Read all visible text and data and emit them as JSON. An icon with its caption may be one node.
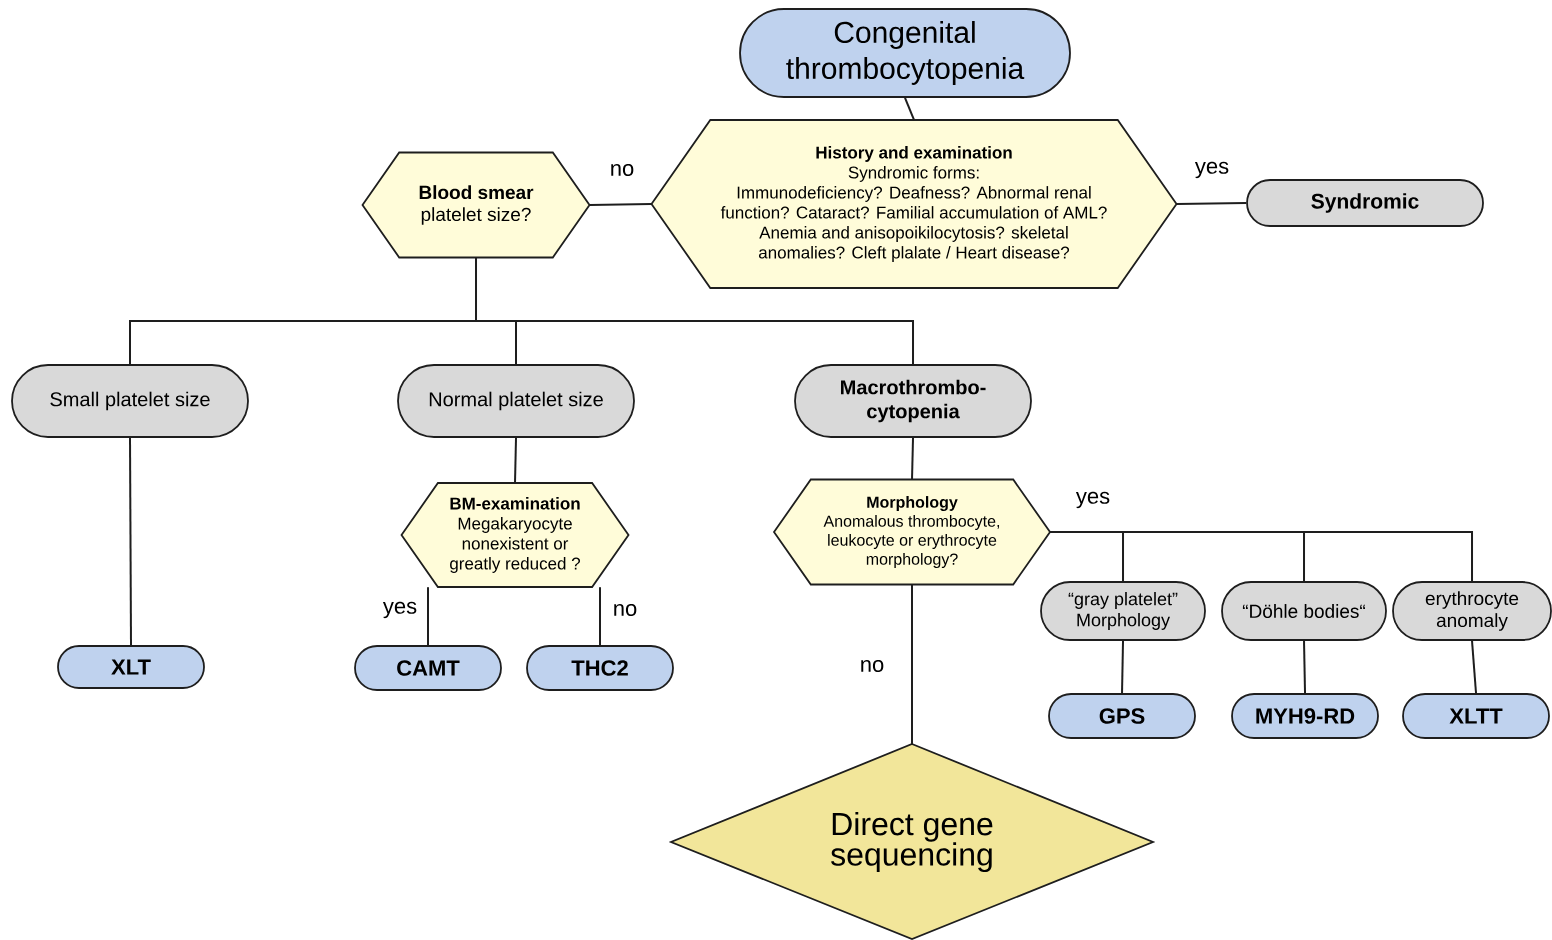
{
  "diagram": {
    "nodes": [
      {
        "text": [
          "Congenital thrombocytopenia"
        ]
      },
      {
        "text": [
          "History and examination",
          "Syndromic forms:",
          "Immunodeficiency? Deafness? Abnormal renal function? Cataract? Familial accumulation of AML? Anemia and anisopoikilocytosis? skeletal anomalies?  Cleft plalate / Heart disease?"
        ]
      },
      {
        "text": [
          "Blood smear",
          "platelet size?"
        ]
      },
      {
        "text": [
          "Syndromic"
        ]
      },
      {
        "text": [
          "Small platelet size"
        ]
      },
      {
        "text": [
          "Normal platelet size"
        ]
      },
      {
        "text": [
          "Macrothrombo- cytopenia"
        ]
      },
      {
        "text": [
          "BM-examination",
          "Megakaryocyte nonexistent or greatly reduced ?"
        ]
      },
      {
        "text": [
          "Morphology",
          "Anomalous thrombocyte, leukocyte or erythrocyte morphology?"
        ]
      },
      {
        "text": [
          "XLT"
        ]
      },
      {
        "text": [
          "CAMT"
        ]
      },
      {
        "text": [
          "THC2"
        ]
      },
      {
        "text": [
          "“gray platelet” Morphology"
        ]
      },
      {
        "text": [
          "“Döhle bodies“"
        ]
      },
      {
        "text": [
          "erythrocyte anomaly"
        ]
      },
      {
        "text": [
          "GPS"
        ]
      },
      {
        "text": [
          "MYH9-RD"
        ]
      },
      {
        "text": [
          "XLTT"
        ]
      },
      {
        "text": [
          "Direct gene sequencing"
        ]
      }
    ],
    "edges": [
      {
        "from": 0,
        "to": 1,
        "arrow": "none"
      },
      {
        "from": 1,
        "to": 2,
        "arrow": "none",
        "label": "no"
      },
      {
        "from": 1,
        "to": 3,
        "arrow": "none",
        "label": "yes"
      },
      {
        "from": 2,
        "to": 4,
        "arrow": "none"
      },
      {
        "from": 2,
        "to": 5,
        "arrow": "none"
      },
      {
        "from": 2,
        "to": 6,
        "arrow": "none"
      },
      {
        "from": 4,
        "to": 9,
        "arrow": "none"
      },
      {
        "from": 5,
        "to": 7,
        "arrow": "none"
      },
      {
        "from": 7,
        "to": 10,
        "arrow": "none",
        "label": "yes"
      },
      {
        "from": 7,
        "to": 11,
        "arrow": "none",
        "label": "no"
      },
      {
        "from": 6,
        "to": 8,
        "arrow": "none"
      },
      {
        "from": 8,
        "to": 12,
        "arrow": "none",
        "label": "yes"
      },
      {
        "from": 8,
        "to": 13,
        "arrow": "none"
      },
      {
        "from": 8,
        "to": 14,
        "arrow": "none"
      },
      {
        "from": 12,
        "to": 15,
        "arrow": "none"
      },
      {
        "from": 13,
        "to": 16,
        "arrow": "none"
      },
      {
        "from": 14,
        "to": 17,
        "arrow": "none"
      },
      {
        "from": 8,
        "to": 18,
        "arrow": "none",
        "label": "no"
      }
    ]
  }
}
